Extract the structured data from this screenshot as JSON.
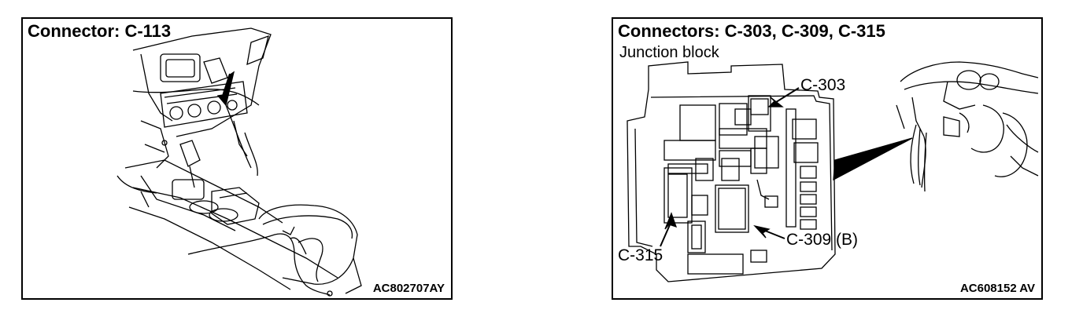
{
  "left_panel": {
    "title": "Connector: C-113",
    "code": "AC802707AY"
  },
  "right_panel": {
    "title": "Connectors: C-303, C-309, C-315",
    "subtitle": "Junction block",
    "callouts": {
      "c303": "C-303",
      "c309": "C-309 (B)",
      "c315": "C-315"
    },
    "code": "AC608152 AV"
  }
}
